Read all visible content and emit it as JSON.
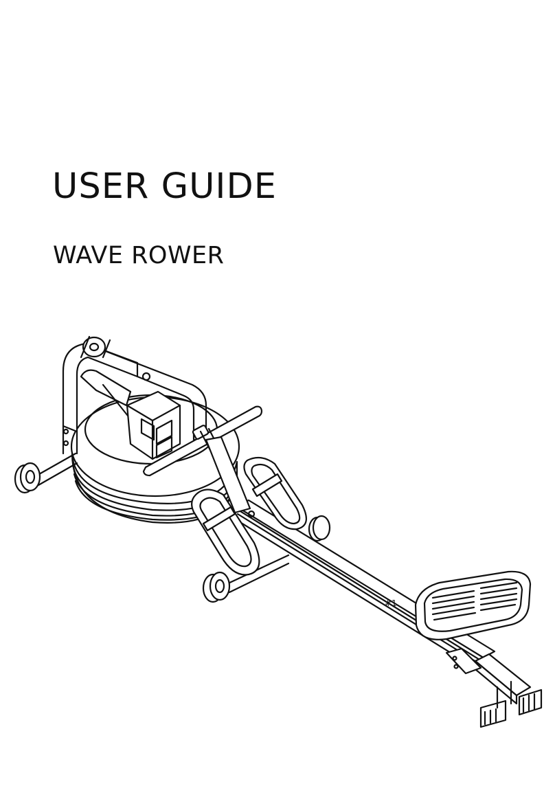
{
  "document": {
    "title": "USER GUIDE",
    "subtitle": "WAVE ROWER"
  },
  "illustration": {
    "subject": "rowing-machine",
    "stroke_color": "#111111",
    "fill_color": "#ffffff"
  }
}
